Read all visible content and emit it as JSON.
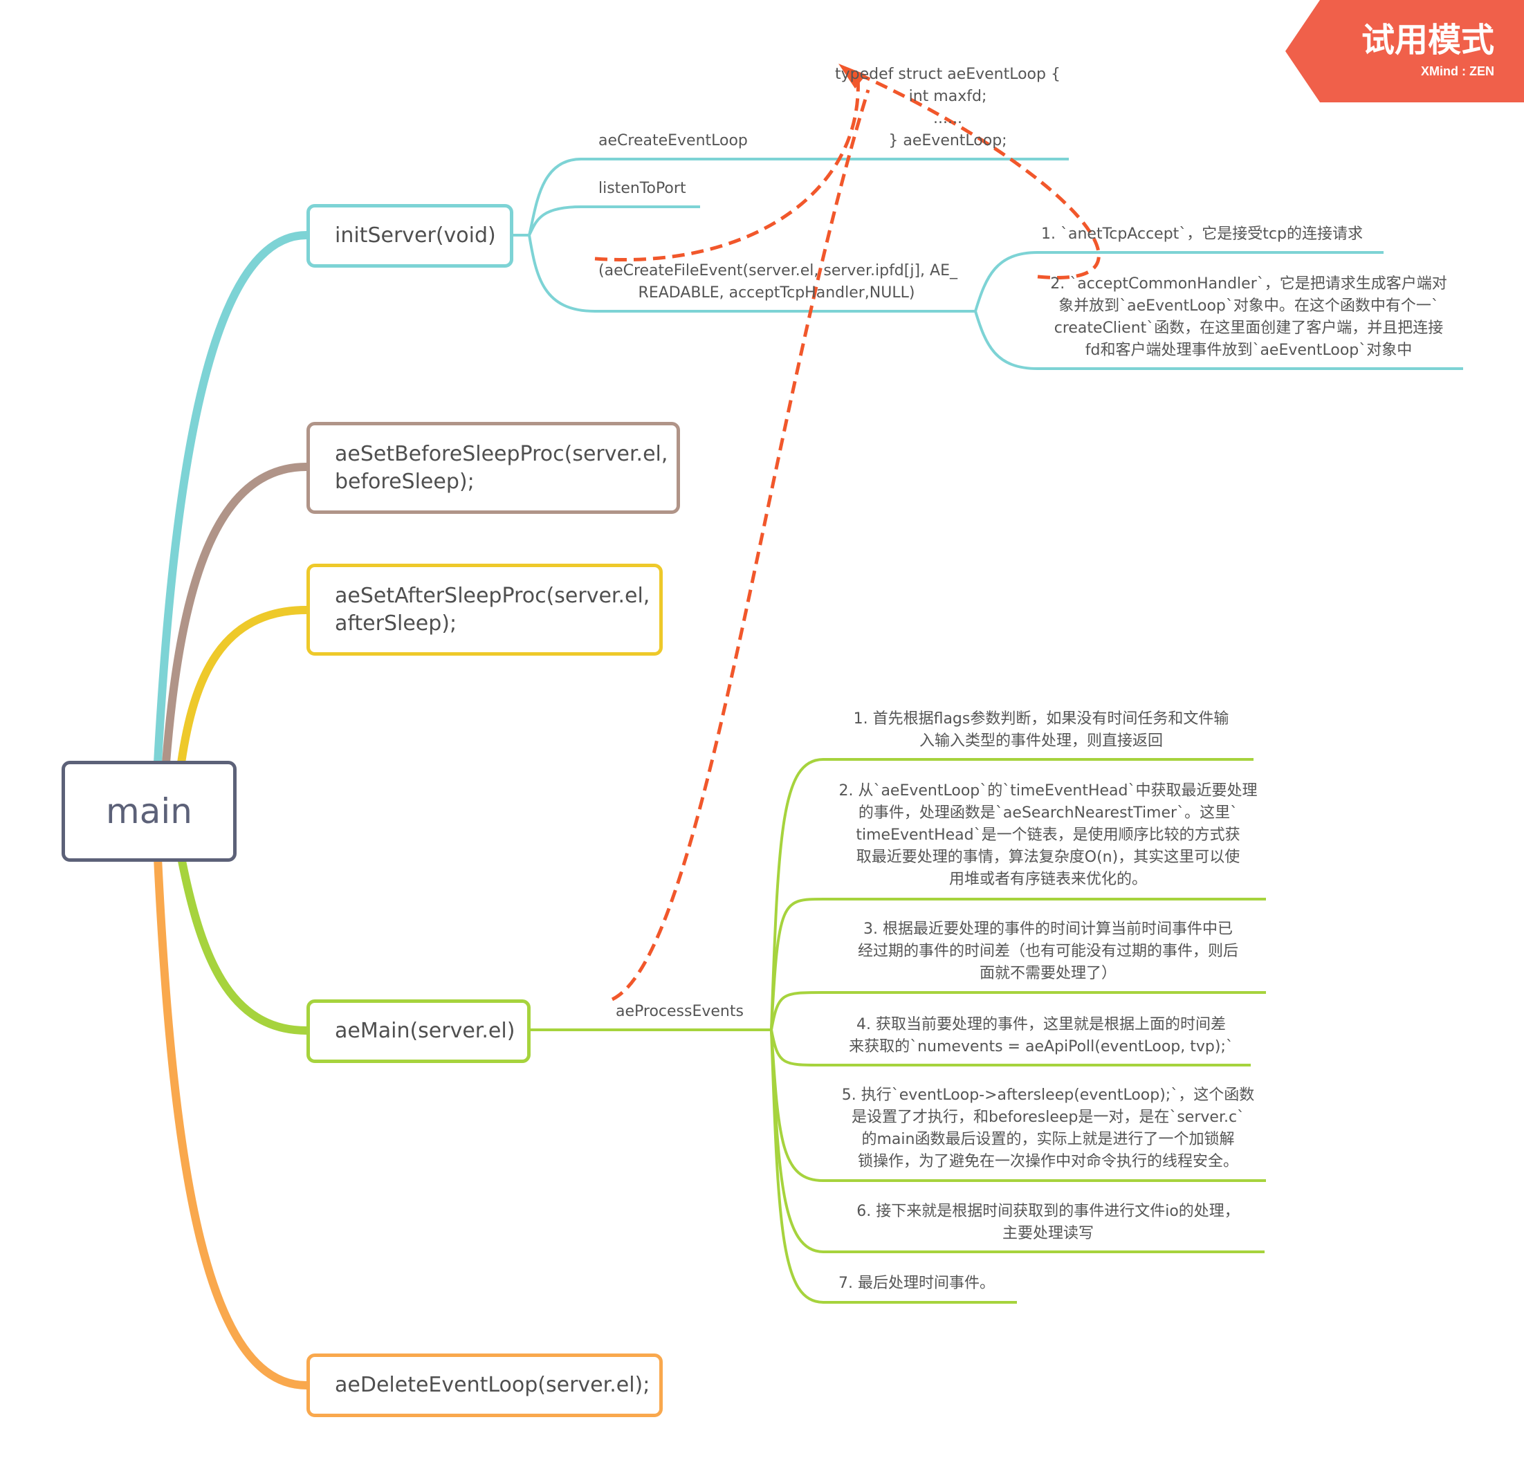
{
  "colors": {
    "initServer": "#7dd3d5",
    "beforeSleep": "#b09488",
    "afterSleep": "#eec92a",
    "aeMain": "#a6d33d",
    "deleteLoop": "#f9a84d",
    "main": "#5c6178",
    "relationship": "#f1572b",
    "banner": "#f0604a"
  },
  "banner": {
    "title": "试用模式",
    "brand": "XMind : ZEN"
  },
  "root": {
    "label": "main"
  },
  "branches": {
    "initServer": {
      "label": "initServer(void)"
    },
    "beforeSleep": {
      "label": "aeSetBeforeSleepProc(server.el, beforeSleep);"
    },
    "afterSleep": {
      "label": "aeSetAfterSleepProc(server.el, afterSleep);"
    },
    "aeMain": {
      "label": "aeMain(server.el)"
    },
    "deleteLoop": {
      "label": "aeDeleteEventLoop(server.el);"
    }
  },
  "initServer_children": {
    "createLoop": "aeCreateEventLoop",
    "listen": "listenToPort",
    "fileEvent": [
      "(aeCreateFileEvent(server.el, server.ipfd[j], AE_",
      "READABLE, acceptTcpHandler,NULL)"
    ]
  },
  "struct_note": [
    "typedef struct aeEventLoop {",
    "int maxfd;",
    "......",
    "} aeEventLoop;"
  ],
  "acceptTcpHandler_children": {
    "item1": "1. `anetTcpAccept`，它是接受tcp的连接请求",
    "item2": [
      "2. `acceptCommonHandler`，它是把请求生成客户端对",
      "象并放到`aeEventLoop`对象中。在这个函数中有个一`",
      "createClient`函数，在这里面创建了客户端，并且把连接",
      "fd和客户端处理事件放到`aeEventLoop`对象中"
    ]
  },
  "aeMain_children": {
    "processEvents": "aeProcessEvents"
  },
  "processEvents_steps": [
    [
      "1. 首先根据flags参数判断，如果没有时间任务和文件输",
      "入输入类型的事件处理，则直接返回"
    ],
    [
      "2. 从`aeEventLoop`的`timeEventHead`中获取最近要处理",
      "的事件，处理函数是`aeSearchNearestTimer`。这里`",
      "timeEventHead`是一个链表，是使用顺序比较的方式获",
      "取最近要处理的事情，算法复杂度O(n)，其实这里可以使",
      "用堆或者有序链表来优化的。"
    ],
    [
      "3. 根据最近要处理的事件的时间计算当前时间事件中已",
      "经过期的事件的时间差（也有可能没有过期的事件，则后",
      "面就不需要处理了）"
    ],
    [
      "4. 获取当前要处理的事件，这里就是根据上面的时间差",
      "来获取的`numevents = aeApiPoll(eventLoop, tvp);`"
    ],
    [
      "5. 执行`eventLoop->aftersleep(eventLoop);`，这个函数",
      "是设置了才执行，和beforesleep是一对，是在`server.c`",
      "的main函数最后设置的，实际上就是进行了一个加锁解",
      "锁操作，为了避免在一次操作中对命令执行的线程安全。"
    ],
    [
      "6. 接下来就是根据时间获取到的事件进行文件io的处理，",
      "主要处理读写"
    ],
    [
      "7. 最后处理时间事件。"
    ]
  ]
}
